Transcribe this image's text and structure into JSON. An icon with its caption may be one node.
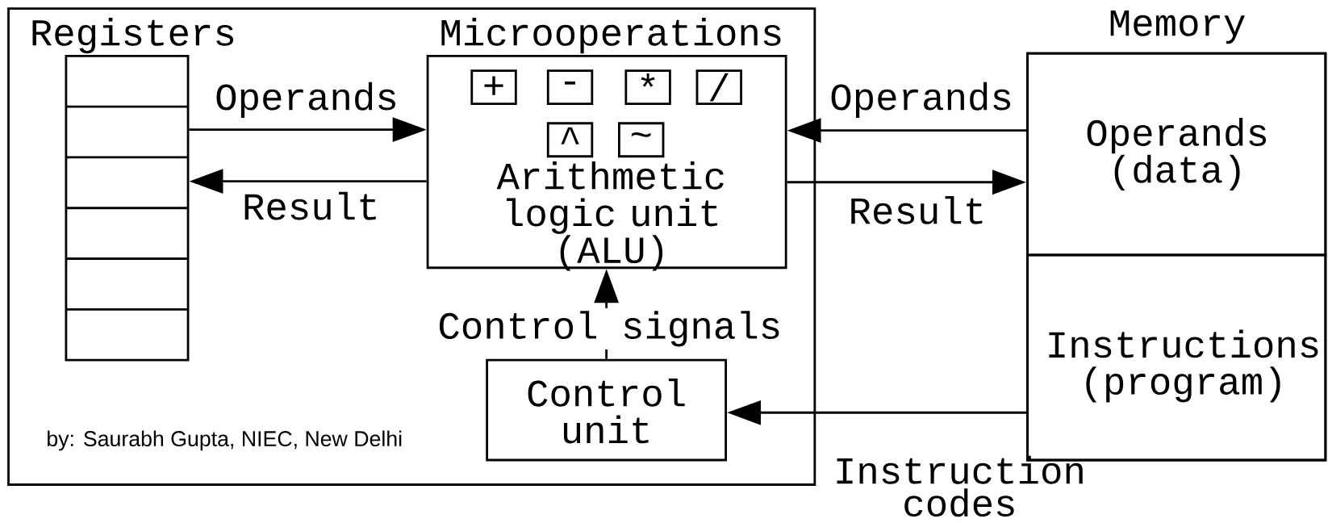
{
  "diagram": {
    "nodes": [
      {
        "text": [],
        "shape": "box"
      },
      {
        "text": [
          "Registers"
        ],
        "in": 0
      },
      {
        "text": [
          "Microoperations",
          "Arithmetic logic unit (ALU)"
        ],
        "in": 0
      },
      {
        "text": [
          "+"
        ],
        "in": 2
      },
      {
        "text": [
          "-"
        ],
        "in": 2
      },
      {
        "text": [
          "*"
        ],
        "in": 2
      },
      {
        "text": [
          "/"
        ],
        "in": 2
      },
      {
        "text": [
          "^"
        ],
        "in": 2
      },
      {
        "text": [
          "~"
        ],
        "in": 2
      },
      {
        "text": [
          "Control unit"
        ],
        "in": 0
      },
      {
        "text": [
          "Memory"
        ]
      },
      {
        "text": [
          "Operands (data)"
        ],
        "in": 10
      },
      {
        "text": [
          "Instructions (program)"
        ],
        "in": 10
      }
    ],
    "edges": [
      {
        "from": 1,
        "to": 2,
        "arrow": "to",
        "label": "Operands"
      },
      {
        "from": 2,
        "to": 1,
        "arrow": "to",
        "label": "Result"
      },
      {
        "from": 11,
        "to": 2,
        "arrow": "to",
        "label": "Operands"
      },
      {
        "from": 2,
        "to": 11,
        "arrow": "to",
        "label": "Result"
      },
      {
        "from": 9,
        "to": 2,
        "arrow": "to",
        "label": "Control signals"
      },
      {
        "from": 12,
        "to": 9,
        "arrow": "to",
        "label": "Instruction codes"
      }
    ],
    "labels": [
      "by: Saurabh Gupta, NIEC, New Delhi"
    ]
  }
}
